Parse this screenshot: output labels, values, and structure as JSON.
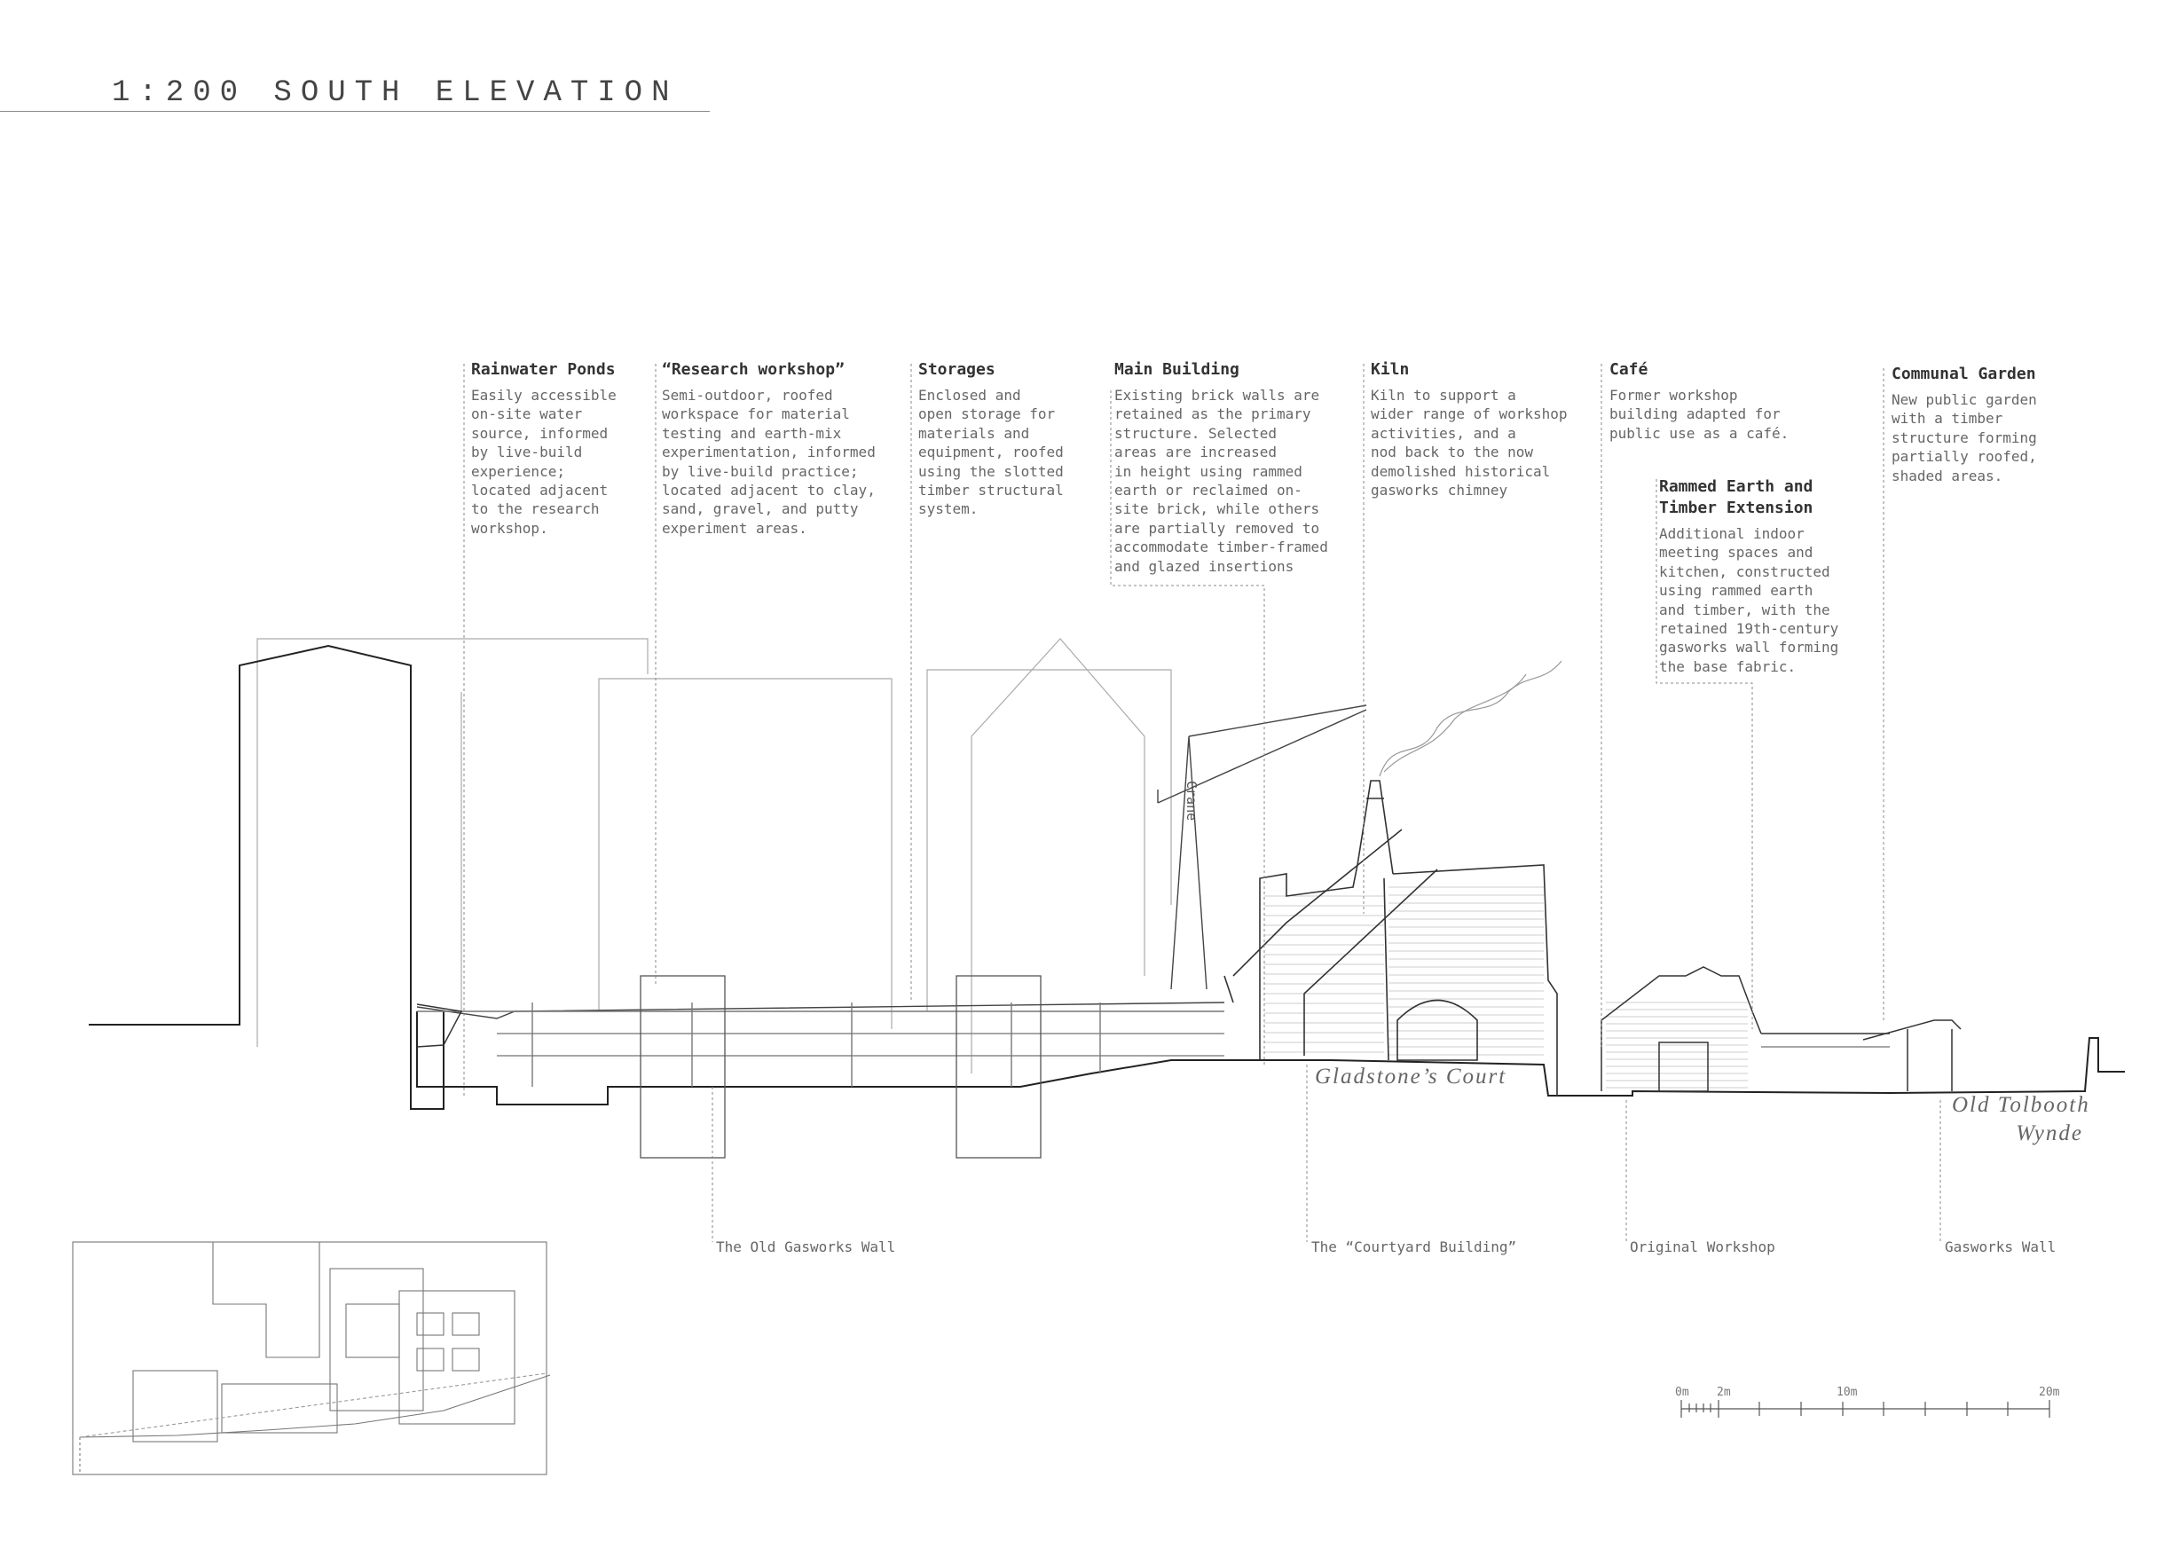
{
  "title": "1:200 SOUTH ELEVATION",
  "annotations": [
    {
      "id": "rainwater-ponds",
      "heading": "Rainwater Ponds",
      "lines": [
        "Easily accessible",
        "on-site water",
        "source, informed",
        "by live-build",
        "experience;",
        "located adjacent",
        "to the research",
        "workshop."
      ]
    },
    {
      "id": "research-workshop",
      "heading": "“Research workshop”",
      "lines": [
        "Semi-outdoor, roofed",
        "workspace for material",
        "testing and earth-mix",
        "experimentation, informed",
        "by live-build practice;",
        "located adjacent to clay,",
        "sand, gravel, and putty",
        "experiment areas."
      ]
    },
    {
      "id": "storages",
      "heading": "Storages",
      "lines": [
        "Enclosed and",
        "open storage for",
        "materials and",
        "equipment, roofed",
        "using the slotted",
        "timber structural",
        "system."
      ]
    },
    {
      "id": "main-building",
      "heading": "Main Building",
      "lines": [
        "Existing brick walls are",
        "retained as the primary",
        "structure. Selected",
        "areas are increased",
        "in height using rammed",
        "earth or reclaimed on-",
        "site brick, while others",
        "are partially removed to",
        "accommodate timber-framed",
        "and glazed insertions"
      ]
    },
    {
      "id": "kiln",
      "heading": "Kiln",
      "lines": [
        "Kiln to support a",
        "wider range of workshop",
        "activities, and a",
        "nod back to the now",
        "demolished historical",
        "gasworks chimney"
      ]
    },
    {
      "id": "cafe",
      "heading": "Café",
      "lines": [
        "Former workshop",
        "building adapted for",
        "public use as a café."
      ]
    },
    {
      "id": "rammed-earth",
      "heading": "Rammed Earth and Timber Extension",
      "lines": [
        "Additional indoor",
        "meeting spaces and",
        "kitchen, constructed",
        "using rammed earth",
        "and timber, with the",
        "retained 19th-century",
        "gasworks wall forming",
        "the base fabric."
      ]
    },
    {
      "id": "communal-garden",
      "heading": "Communal Garden",
      "lines": [
        "New public garden",
        "with a timber",
        "structure forming",
        "partially roofed,",
        "shaded areas."
      ]
    }
  ],
  "bottom_labels": {
    "old_gasworks_wall": "The Old Gasworks Wall",
    "courtyard_building": "The “Courtyard Building”",
    "original_workshop": "Original Workshop",
    "gasworks_wall": "Gasworks Wall"
  },
  "places": {
    "gladstones_court": "Gladstone’s Court",
    "old_tolbooth_1": "Old Tolbooth",
    "old_tolbooth_2": "Wynde"
  },
  "crane_label": "Crane",
  "scale_bar": {
    "labels": [
      "0m",
      "2m",
      "10m",
      "20m"
    ]
  },
  "colors": {
    "ink": "#333333",
    "text": "#666666",
    "guide": "#999999",
    "paper": "#ffffff"
  }
}
